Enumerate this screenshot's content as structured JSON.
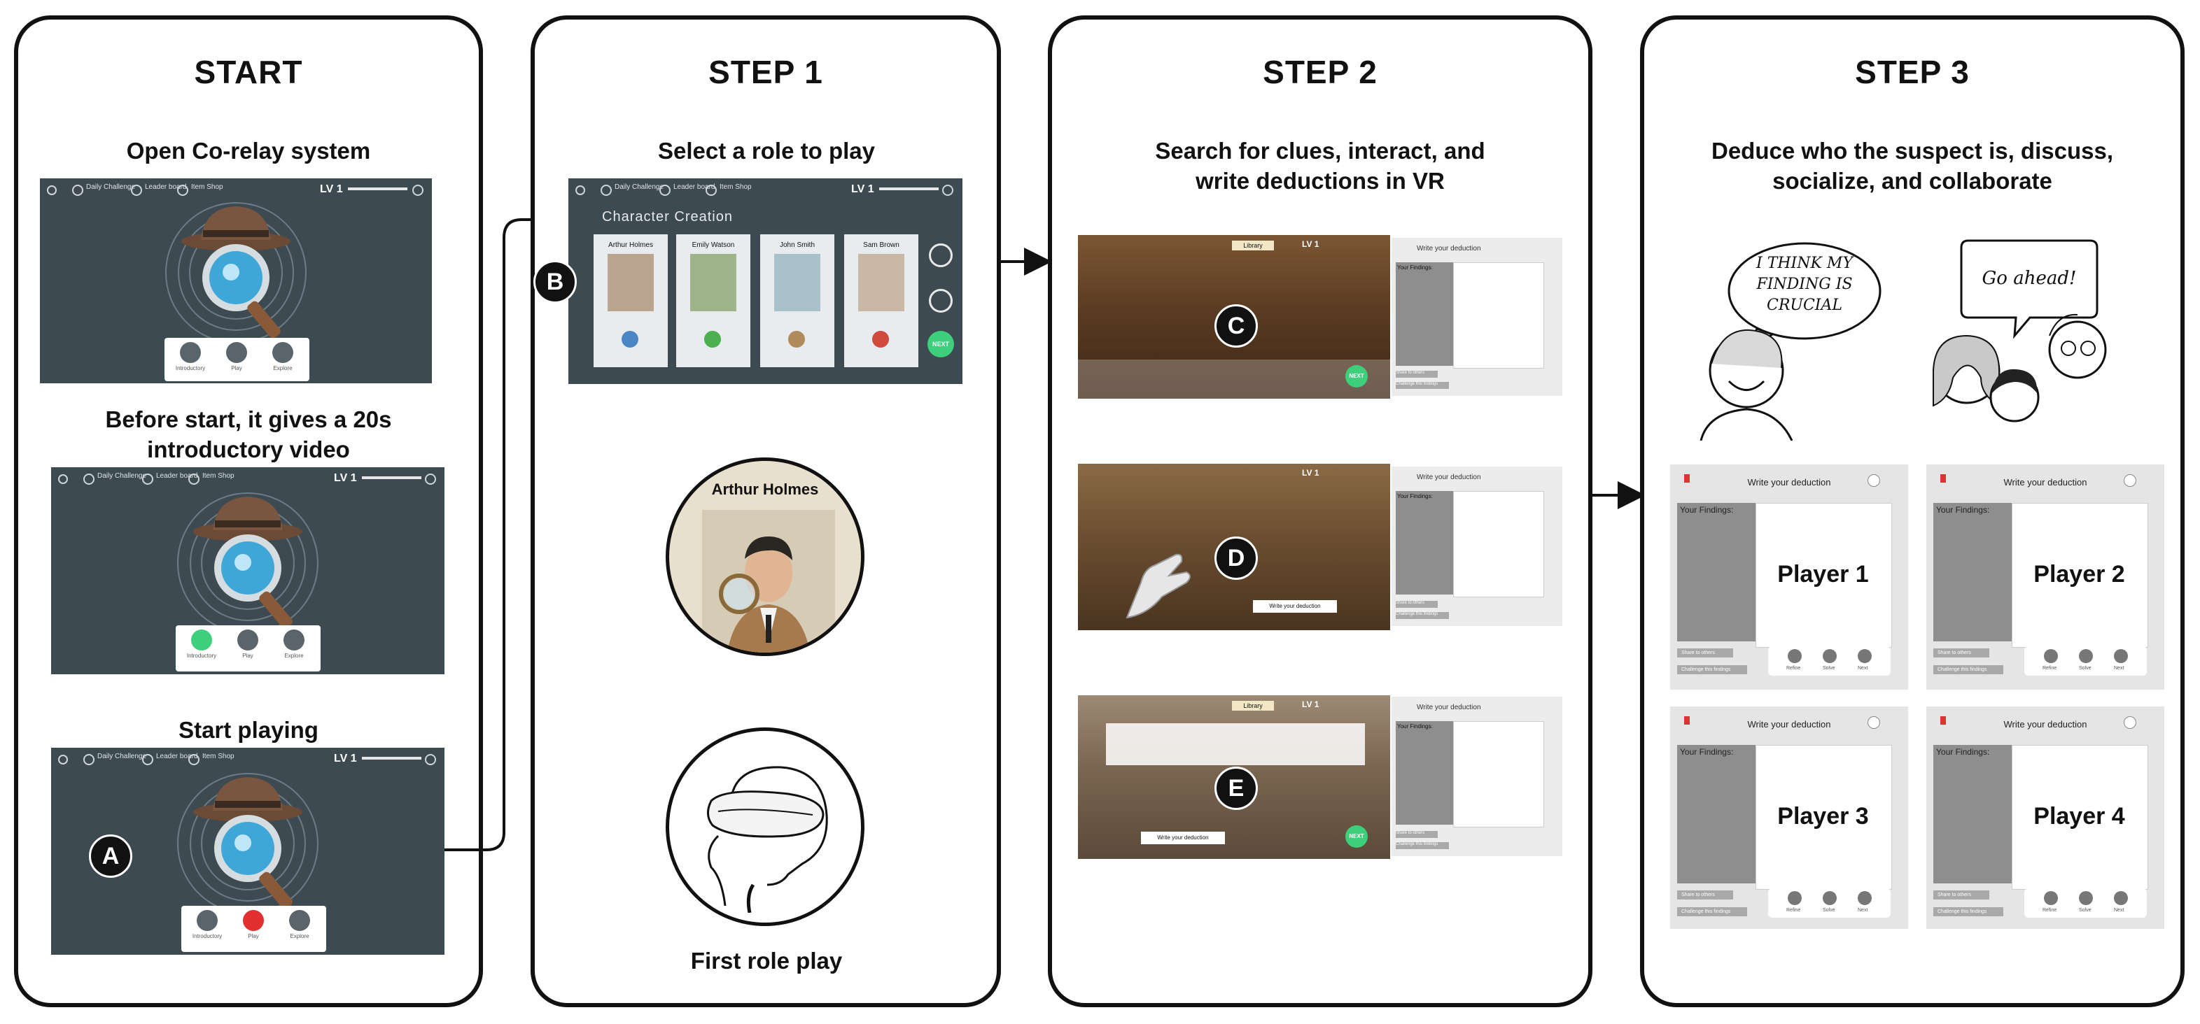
{
  "panels": [
    {
      "title": "START"
    },
    {
      "title": "STEP 1"
    },
    {
      "title": "STEP 2"
    },
    {
      "title": "STEP 3"
    }
  ],
  "start": {
    "sub1": "Open Co-relay system",
    "sub2_l1": "Before start, it gives a 20s",
    "sub2_l2": "introductory video",
    "sub3": "Start playing",
    "top_items": [
      "Daily Challenge",
      "Leader board",
      "Item Shop"
    ],
    "lv": "LV 1",
    "tray": [
      "Introductory",
      "Play",
      "Explore"
    ],
    "badge_a": "A"
  },
  "step1": {
    "sub": "Select a role to play",
    "char_title": "Character Creation",
    "characters": [
      "Arthur Holmes",
      "Emily Watson",
      "John Smith",
      "Sam Brown"
    ],
    "next": "NEXT",
    "badge_b": "B",
    "portrait_name": "Arthur Holmes",
    "first_role": "First role play"
  },
  "step2": {
    "sub_l1": "Search for clues, interact, and",
    "sub_l2": "write deductions in VR",
    "library": "Library",
    "write_deduction": "Write your deduction",
    "your_findings": "Your Findings:",
    "share": "Share to others",
    "challenge": "Challenge this findings",
    "badges": [
      "C",
      "D",
      "E"
    ]
  },
  "step3": {
    "sub_l1": "Deduce who the suspect is, discuss,",
    "sub_l2": "socialize, and collaborate",
    "bubble1_l1": "I THINK MY",
    "bubble1_l2": "FINDING IS",
    "bubble1_l3": "CRUCIAL",
    "bubble2": "Go ahead!",
    "card_header": "Write your deduction",
    "your_findings": "Your Findings:",
    "share": "Share to others",
    "challenge": "Challenge this findings",
    "btn_labels": [
      "Refine",
      "Solve",
      "Next"
    ],
    "players": [
      "Player 1",
      "Player 2",
      "Player 3",
      "Player 4"
    ]
  },
  "colors": {
    "screen": "#3d4a52",
    "accent_green": "#3ecf7a",
    "accent_red": "#e23030",
    "badge": "#111111"
  }
}
